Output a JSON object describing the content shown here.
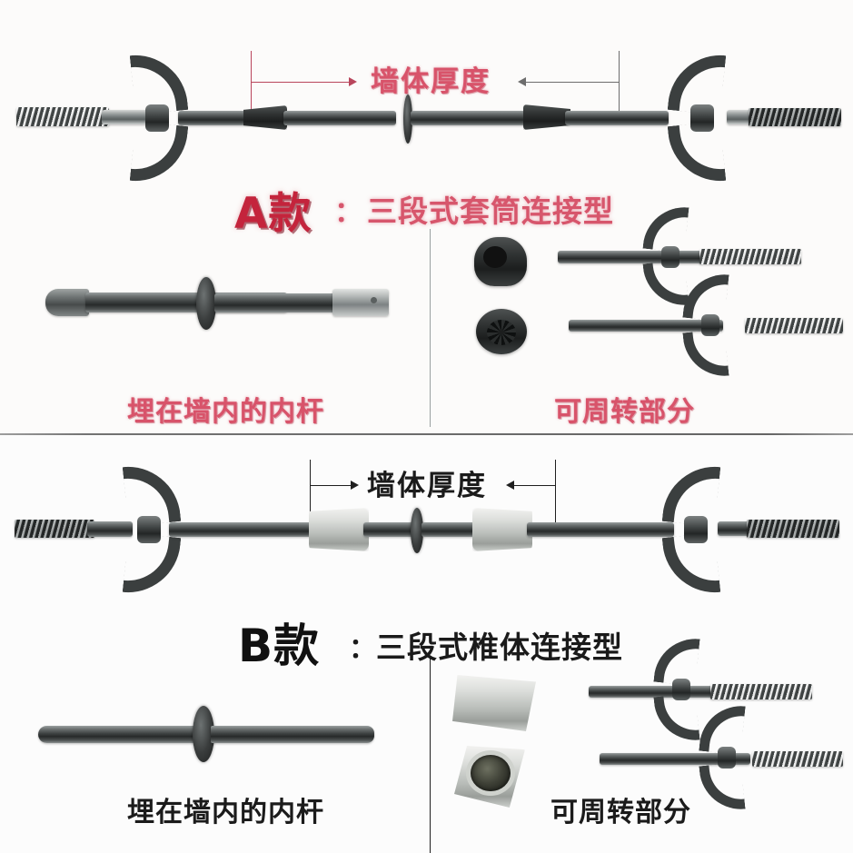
{
  "document": {
    "kind": "product-infographic",
    "subject": "formwork tie rod (wall-tie screw) — two connection types"
  },
  "colors": {
    "red_label": "#d8536a",
    "red_title": "#c4243c",
    "black_title": "#111111",
    "background": "#fbfbfa",
    "metal_dark": "#3c4040",
    "plastic_light": "#dcdedb"
  },
  "panel_a": {
    "id": "A",
    "dimension_label": "墙体厚度",
    "title_code": "A款",
    "title_colon": "：",
    "title_desc": "三段式套筒连接型",
    "caption_left": "埋在墙内的内杆",
    "caption_right": "可周转部分",
    "parts": {
      "main_assembly": "tie-rod-assembly-a",
      "inner_rod": "inner-rod-a",
      "cone_top": "metal-sleeve-cone",
      "cone_bottom": "metal-sleeve-nut",
      "reusable_rod_top": "reusable-rod-upper",
      "reusable_rod_bottom": "reusable-rod-lower"
    }
  },
  "panel_b": {
    "id": "B",
    "dimension_label": "墙体厚度",
    "title_code": "B款",
    "title_colon": "：",
    "title_desc": "三段式椎体连接型",
    "caption_left": "埋在墙内的内杆",
    "caption_right": "可周转部分",
    "parts": {
      "main_assembly": "tie-rod-assembly-b",
      "inner_rod": "inner-rod-b",
      "cone_top": "plastic-cone-solid",
      "cone_bottom": "plastic-cone-hollow",
      "reusable_rod_top": "reusable-rod-upper",
      "reusable_rod_bottom": "reusable-rod-lower"
    }
  }
}
